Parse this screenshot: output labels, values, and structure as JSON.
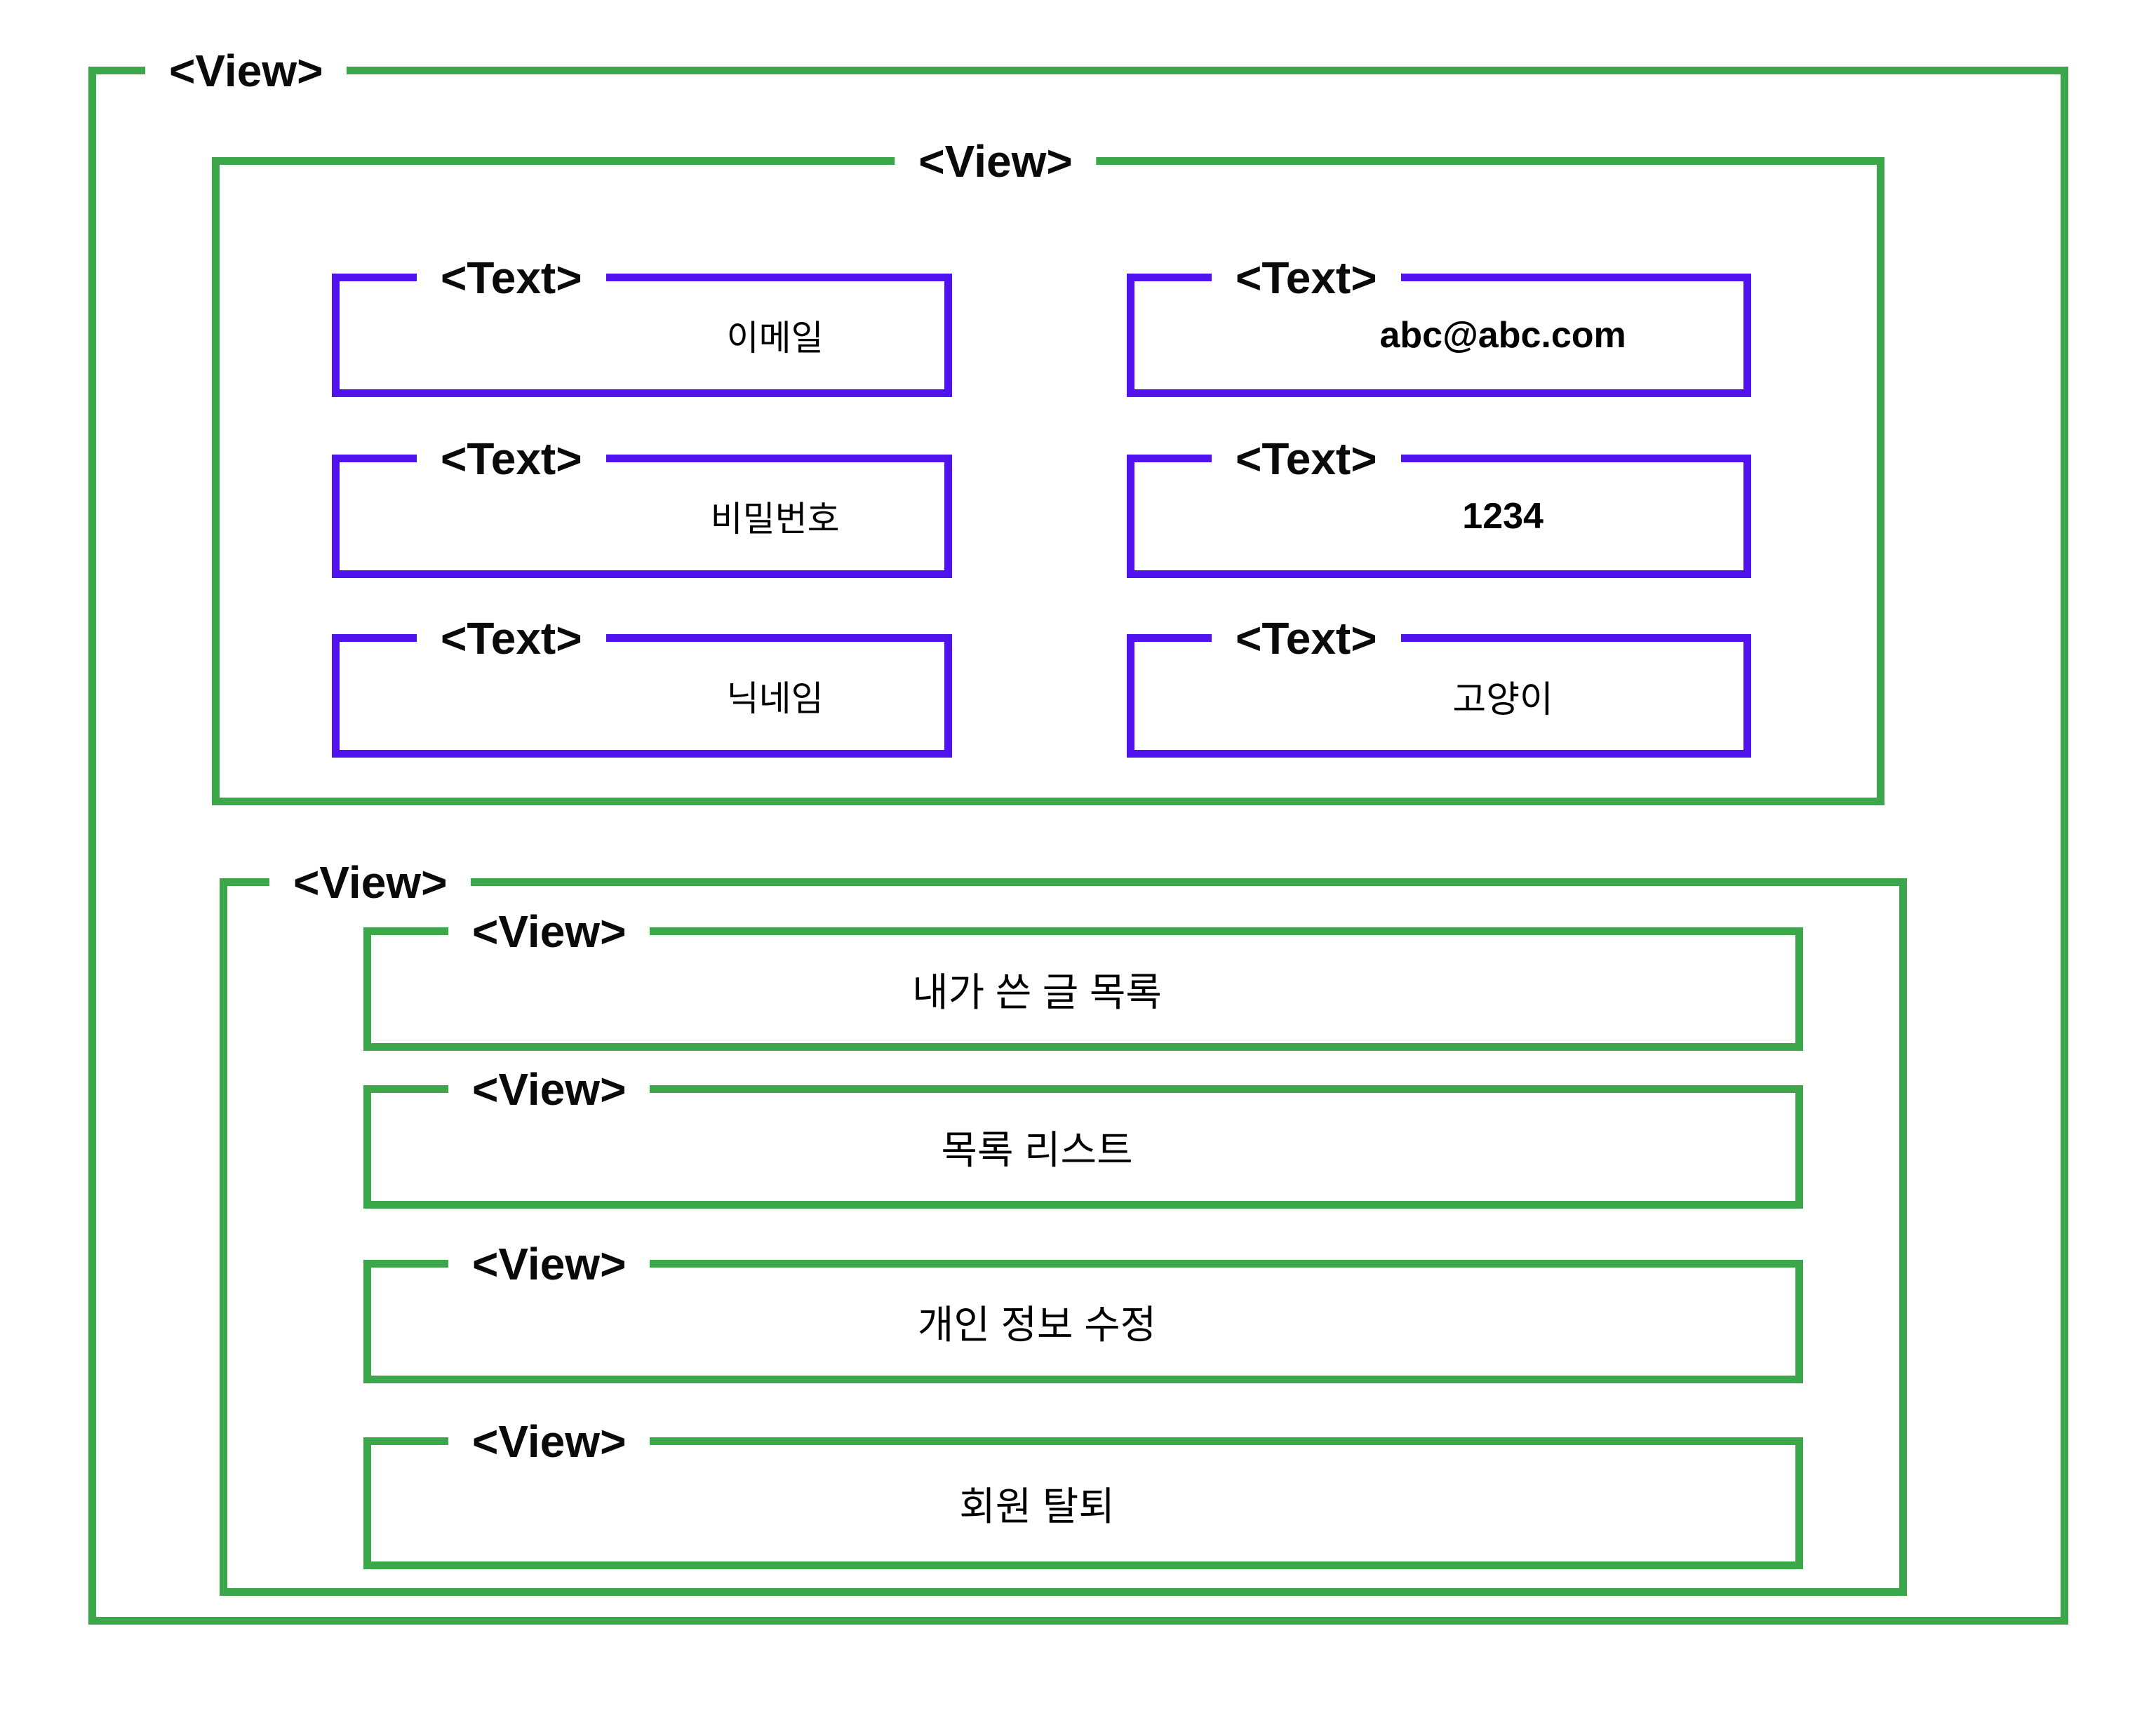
{
  "colors": {
    "view_border_green": "#3CA64B",
    "text_border_purple": "#5013F0",
    "label_ink": "#0a0a0a",
    "background": "#ffffff"
  },
  "outer": {
    "tag": "<View>"
  },
  "profile_section": {
    "tag": "<View>",
    "rows": [
      {
        "label": {
          "tag": "<Text>",
          "text": "이메일"
        },
        "value": {
          "tag": "<Text>",
          "text": "abc@abc.com"
        }
      },
      {
        "label": {
          "tag": "<Text>",
          "text": "비밀번호"
        },
        "value": {
          "tag": "<Text>",
          "text": "1234"
        }
      },
      {
        "label": {
          "tag": "<Text>",
          "text": "닉네임"
        },
        "value": {
          "tag": "<Text>",
          "text": "고양이"
        }
      }
    ]
  },
  "menu_section": {
    "tag": "<View>",
    "items": [
      {
        "tag": "<View>",
        "text": "내가 쓴 글 목록"
      },
      {
        "tag": "<View>",
        "text": "목록 리스트"
      },
      {
        "tag": "<View>",
        "text": "개인 정보 수정"
      },
      {
        "tag": "<View>",
        "text": "회원 탈퇴"
      }
    ]
  }
}
